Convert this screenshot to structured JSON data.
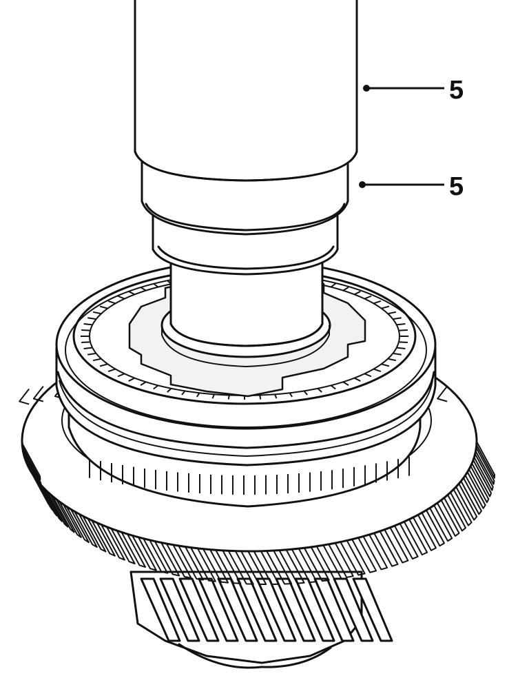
{
  "diagram": {
    "callouts": [
      {
        "id": "upper",
        "label": "5"
      },
      {
        "id": "lower",
        "label": "5"
      }
    ],
    "colors": {
      "line": "#111111",
      "background": "#ffffff"
    }
  }
}
